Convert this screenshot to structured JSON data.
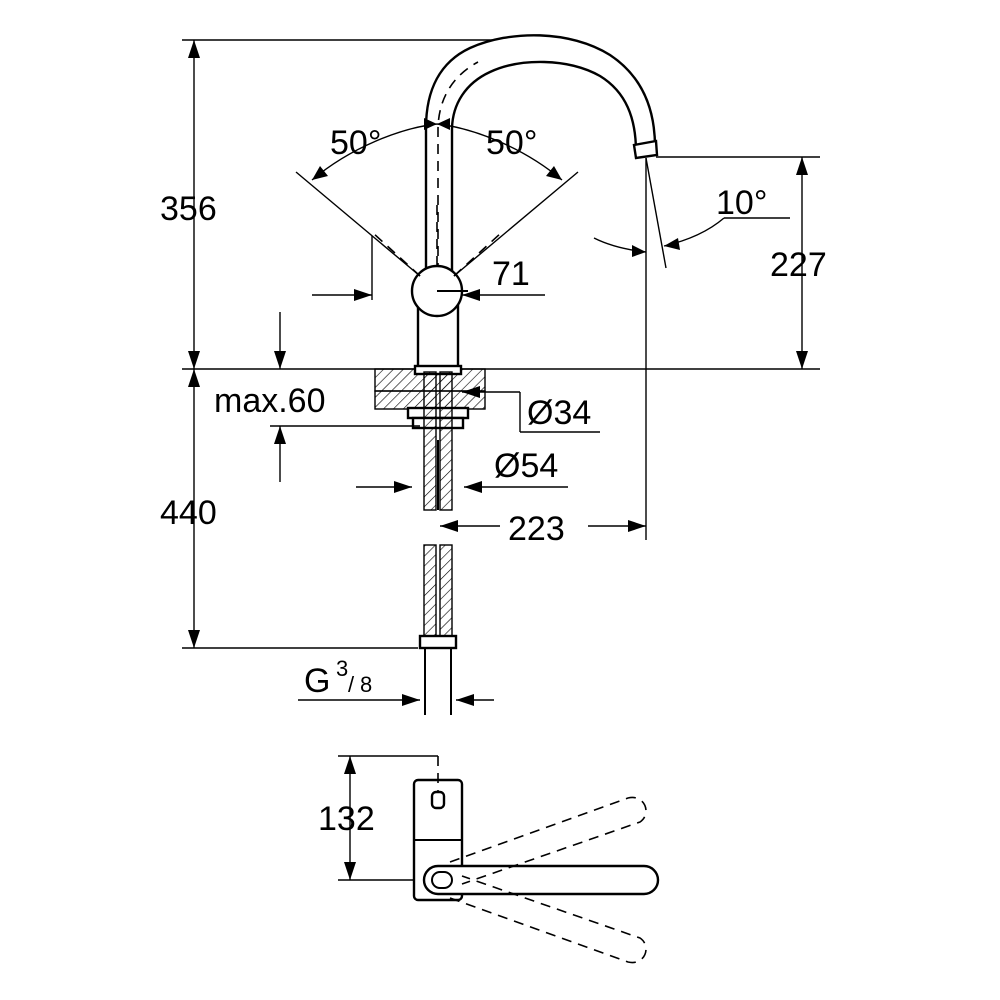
{
  "dimensions": {
    "total_height": "356",
    "spout_height": "227",
    "below_counter": "440",
    "counter_thickness": "max.60",
    "shank_diameter": "Ø34",
    "base_diameter": "Ø54",
    "spout_reach": "223",
    "handle_offset": "71",
    "lever_angle_left": "50°",
    "lever_angle_right": "50°",
    "spout_angle": "10°",
    "thread_prefix": "G",
    "thread_numerator": "3",
    "thread_denominator": "8",
    "top_view_depth": "132"
  }
}
